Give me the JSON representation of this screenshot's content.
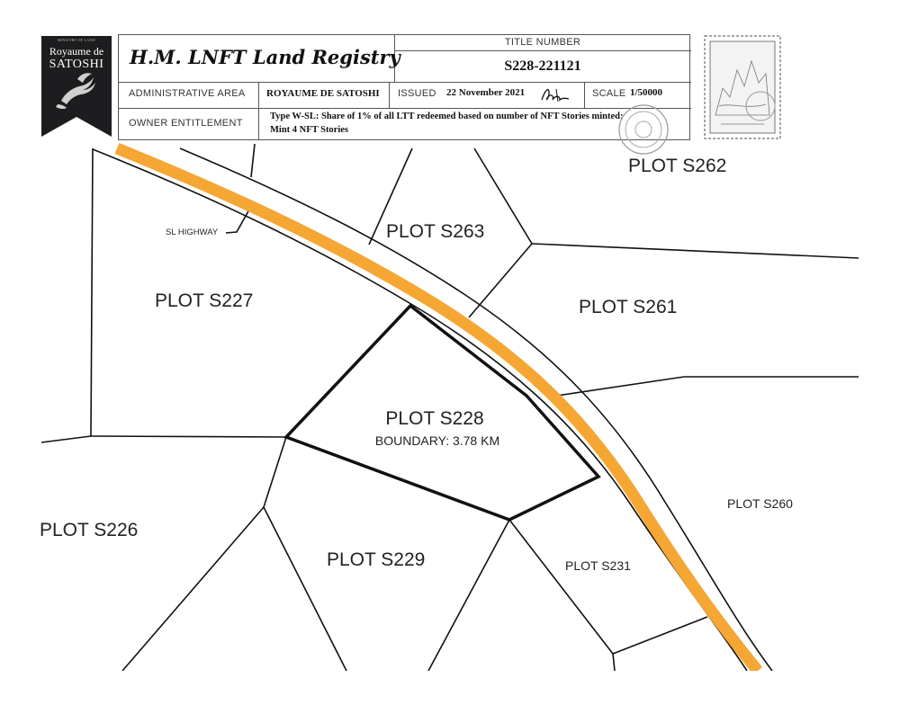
{
  "badge": {
    "top_text": "MINISTRY OF LAND",
    "line1": "Royaume de",
    "line2": "SATOSHI"
  },
  "header": {
    "title": "H.M. LNFT Land Registry",
    "title_number_label": "TITLE NUMBER",
    "title_number": "S228-221121",
    "admin_area_label": "ADMINISTRATIVE AREA",
    "admin_area": "ROYAUME DE SATOSHI",
    "issued_label": "ISSUED",
    "issued_date": "22 November 2021",
    "scale_label": "SCALE",
    "scale": "1/50000",
    "owner_label": "OWNER ENTITLEMENT",
    "owner_line1": "Type W-SL: Share of 1% of all LTT redeemed based on number of NFT Stories minted;",
    "owner_line2": "Mint 4 NFT Stories"
  },
  "map": {
    "highway_label": "SL HIGHWAY",
    "highway_color": "#f5a633",
    "plots": {
      "s262": "PLOT S262",
      "s263": "PLOT S263",
      "s227": "PLOT S227",
      "s261": "PLOT S261",
      "s228": "PLOT S228",
      "s228_boundary": "BOUNDARY: 3.78 KM",
      "s226": "PLOT S226",
      "s260": "PLOT S260",
      "s229": "PLOT S229",
      "s231": "PLOT S231"
    }
  }
}
